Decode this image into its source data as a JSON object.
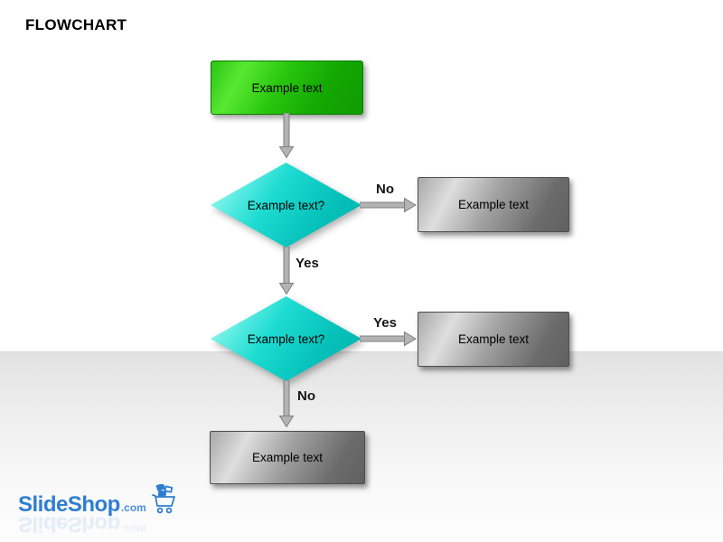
{
  "flowchart": {
    "title": "FLOWCHART",
    "nodes": [
      {
        "id": "start",
        "shape": "rounded-rect",
        "color": "green",
        "label": "Example text"
      },
      {
        "id": "decision-1",
        "shape": "diamond",
        "color": "cyan",
        "label": "Example text?"
      },
      {
        "id": "result-1",
        "shape": "rect",
        "color": "gray",
        "label": "Example text"
      },
      {
        "id": "decision-2",
        "shape": "diamond",
        "color": "cyan",
        "label": "Example text?"
      },
      {
        "id": "result-2",
        "shape": "rect",
        "color": "gray",
        "label": "Example text"
      },
      {
        "id": "end",
        "shape": "rect",
        "color": "gray",
        "label": "Example text"
      }
    ],
    "edges": [
      {
        "from": "start",
        "to": "decision-1",
        "label": ""
      },
      {
        "from": "decision-1",
        "to": "result-1",
        "label": "No"
      },
      {
        "from": "decision-1",
        "to": "decision-2",
        "label": "Yes"
      },
      {
        "from": "decision-2",
        "to": "result-2",
        "label": "Yes"
      },
      {
        "from": "decision-2",
        "to": "end",
        "label": "No"
      }
    ]
  },
  "logo": {
    "brand": "SlideShop",
    "suffix": ".com"
  },
  "colors": {
    "green_node": "#1fbf0a",
    "cyan_node": "#0fd8ce",
    "gray_node": "#8c8c8c",
    "arrow_gray": "#b3b3b3",
    "logo_blue": "#2e7ed0",
    "band_gray": "#e2e2e2"
  }
}
